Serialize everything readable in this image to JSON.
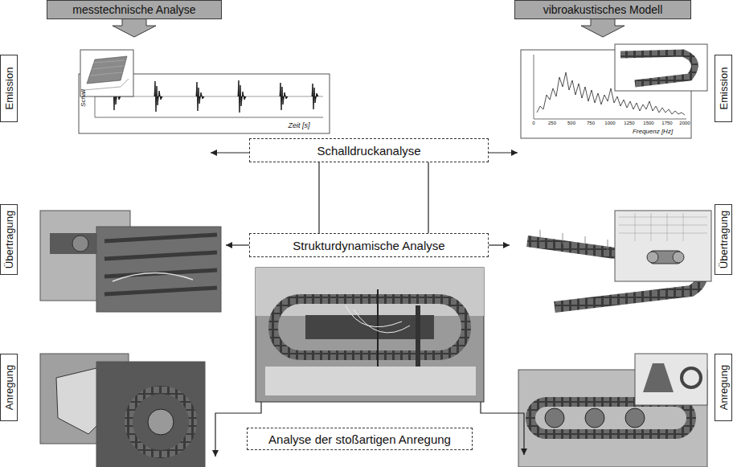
{
  "diagram": {
    "nodes": [
      {
        "text": [
          "messtechnische Analyse"
        ]
      },
      {
        "text": [
          "vibroakustisches Modell"
        ]
      },
      {
        "text": [
          "Emission"
        ]
      },
      {
        "text": [
          "Schalldruckanalyse"
        ]
      },
      {
        "text": [
          "Emission"
        ]
      },
      {
        "text": [
          "Übertragung"
        ]
      },
      {
        "text": [
          "Strukturdynamische Analyse"
        ]
      },
      {
        "text": [
          "Übertragung"
        ]
      },
      {
        "text": [
          "Anregung"
        ]
      },
      {
        "text": [
          "Analyse der stoßartigen Anregung"
        ]
      },
      {
        "text": [
          "Anregung"
        ]
      }
    ],
    "edges": [
      {
        "from": 3,
        "to": 6,
        "arrow": "none"
      },
      {
        "from": 3,
        "to": 6,
        "arrow": "none"
      }
    ],
    "labels": [
      "Schall",
      "Zeit [s]",
      "Frequenz [Hz]",
      "0",
      "250",
      "500",
      "750",
      "1000",
      "1250",
      "1500",
      "1750",
      "2000"
    ]
  }
}
